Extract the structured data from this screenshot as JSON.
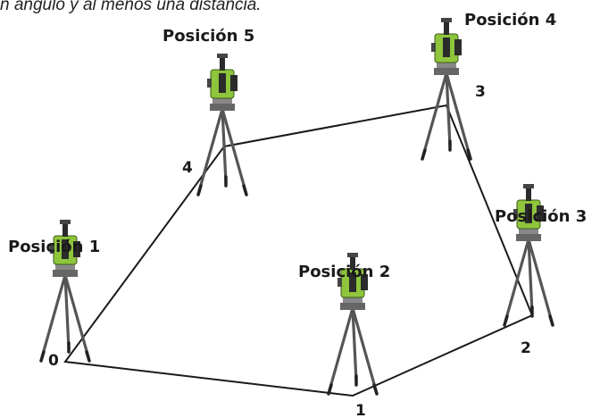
{
  "caption": "n ángulo y al menos una distancia.",
  "colors": {
    "instrument_body": "#8fc53c",
    "instrument_dark": "#2b2b2b",
    "tripod_leg": "#555555",
    "line": "#1a1a1a"
  },
  "stations": [
    {
      "id": "pos1",
      "label": "Posición 1",
      "vertex": "0"
    },
    {
      "id": "pos2",
      "label": "Posición 2",
      "vertex": "1"
    },
    {
      "id": "pos3",
      "label": "Posición 3",
      "vertex": "2"
    },
    {
      "id": "pos4",
      "label": "Posición 4",
      "vertex": "3"
    },
    {
      "id": "pos5",
      "label": "Posición 5",
      "vertex": "4"
    }
  ]
}
